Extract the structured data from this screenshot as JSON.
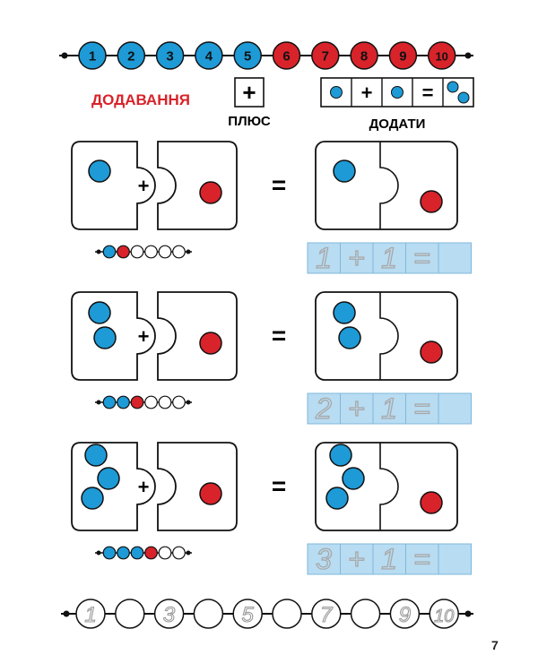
{
  "header": {
    "numbers": [
      "1",
      "2",
      "3",
      "4",
      "5",
      "6",
      "7",
      "8",
      "9",
      "10"
    ],
    "title": "ДОДАВАННЯ",
    "plus_sign": "+",
    "plus_label": "ПЛЮС",
    "equals_sign": "=",
    "add_label": "ДОДАТИ"
  },
  "exercises": [
    {
      "left_blue": 1,
      "right_red": 1,
      "result_blue": 1,
      "result_red": 1,
      "beads": [
        "blue",
        "red",
        "empty",
        "empty",
        "empty",
        "empty"
      ],
      "writing": [
        "1",
        "+",
        "1",
        "=",
        ""
      ]
    },
    {
      "left_blue": 2,
      "right_red": 1,
      "result_blue": 2,
      "result_red": 1,
      "beads": [
        "blue",
        "blue",
        "red",
        "empty",
        "empty",
        "empty"
      ],
      "writing": [
        "2",
        "+",
        "1",
        "=",
        ""
      ]
    },
    {
      "left_blue": 3,
      "right_red": 1,
      "result_blue": 3,
      "result_red": 1,
      "beads": [
        "blue",
        "blue",
        "blue",
        "red",
        "empty",
        "empty"
      ],
      "writing": [
        "3",
        "+",
        "1",
        "=",
        ""
      ]
    }
  ],
  "plus_sign": "+",
  "equals_sign": "=",
  "bottom_chain": [
    "1",
    "",
    "3",
    "",
    "5",
    "",
    "7",
    "",
    "9",
    "10"
  ],
  "page_number": "7",
  "colors": {
    "blue": "#1e9ad6",
    "red": "#d8232a",
    "cell": "#b8dcf2",
    "cell_text": "#a8a8a8"
  }
}
